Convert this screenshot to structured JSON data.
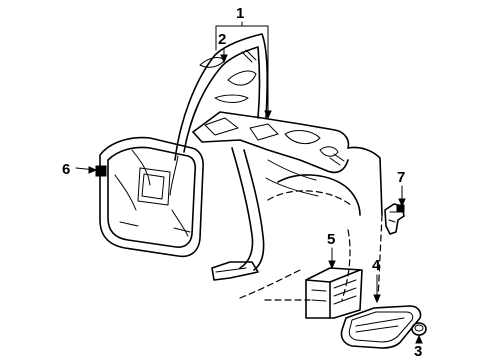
{
  "diagram": {
    "callouts": [
      {
        "id": "callout-1",
        "label": "1"
      },
      {
        "id": "callout-2",
        "label": "2"
      },
      {
        "id": "callout-3",
        "label": "3"
      },
      {
        "id": "callout-4",
        "label": "4"
      },
      {
        "id": "callout-5",
        "label": "5"
      },
      {
        "id": "callout-6",
        "label": "6"
      },
      {
        "id": "callout-7",
        "label": "7"
      }
    ]
  }
}
